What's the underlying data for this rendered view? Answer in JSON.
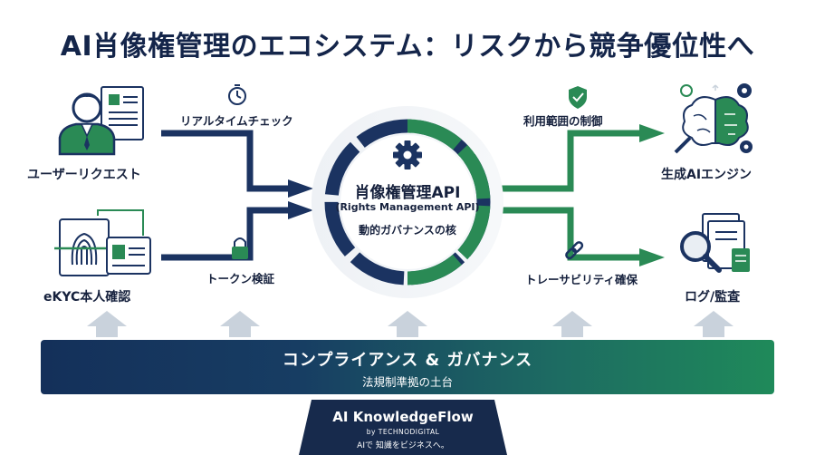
{
  "title": "AI肖像権管理のエコシステム：リスクから競争優位性へ",
  "left": {
    "user_request": "ユーザーリクエスト",
    "ekyc": "eKYC本人確認",
    "realtime_check": "リアルタイムチェック",
    "token_verify": "トークン検証"
  },
  "center": {
    "title": "肖像権管理API",
    "subtitle": "(Rights Management API)",
    "caption": "動的ガバナンスの核"
  },
  "right": {
    "usage_control": "利用範囲の制御",
    "traceability": "トレーサビリティ確保",
    "gen_ai": "生成AIエンジン",
    "log_audit": "ログ/監査"
  },
  "foundation": {
    "title": "コンプライアンス & ガバナンス",
    "subtitle": "法規制準拠の土台"
  },
  "brand": {
    "name": "AI KnowledgeFlow",
    "by": "by TECHNODIGITAL",
    "tagline": "AIで 知識をビジネスへ。"
  },
  "colors": {
    "navy": "#1b3361",
    "green": "#2a8a55",
    "arrow_gray": "#c9d2dc"
  },
  "icons": [
    "person-document-icon",
    "fingerprint-id-icon",
    "stopwatch-icon",
    "lock-icon",
    "gear-icon",
    "shield-check-icon",
    "link-icon",
    "brain-ai-icon",
    "magnifier-document-icon"
  ]
}
